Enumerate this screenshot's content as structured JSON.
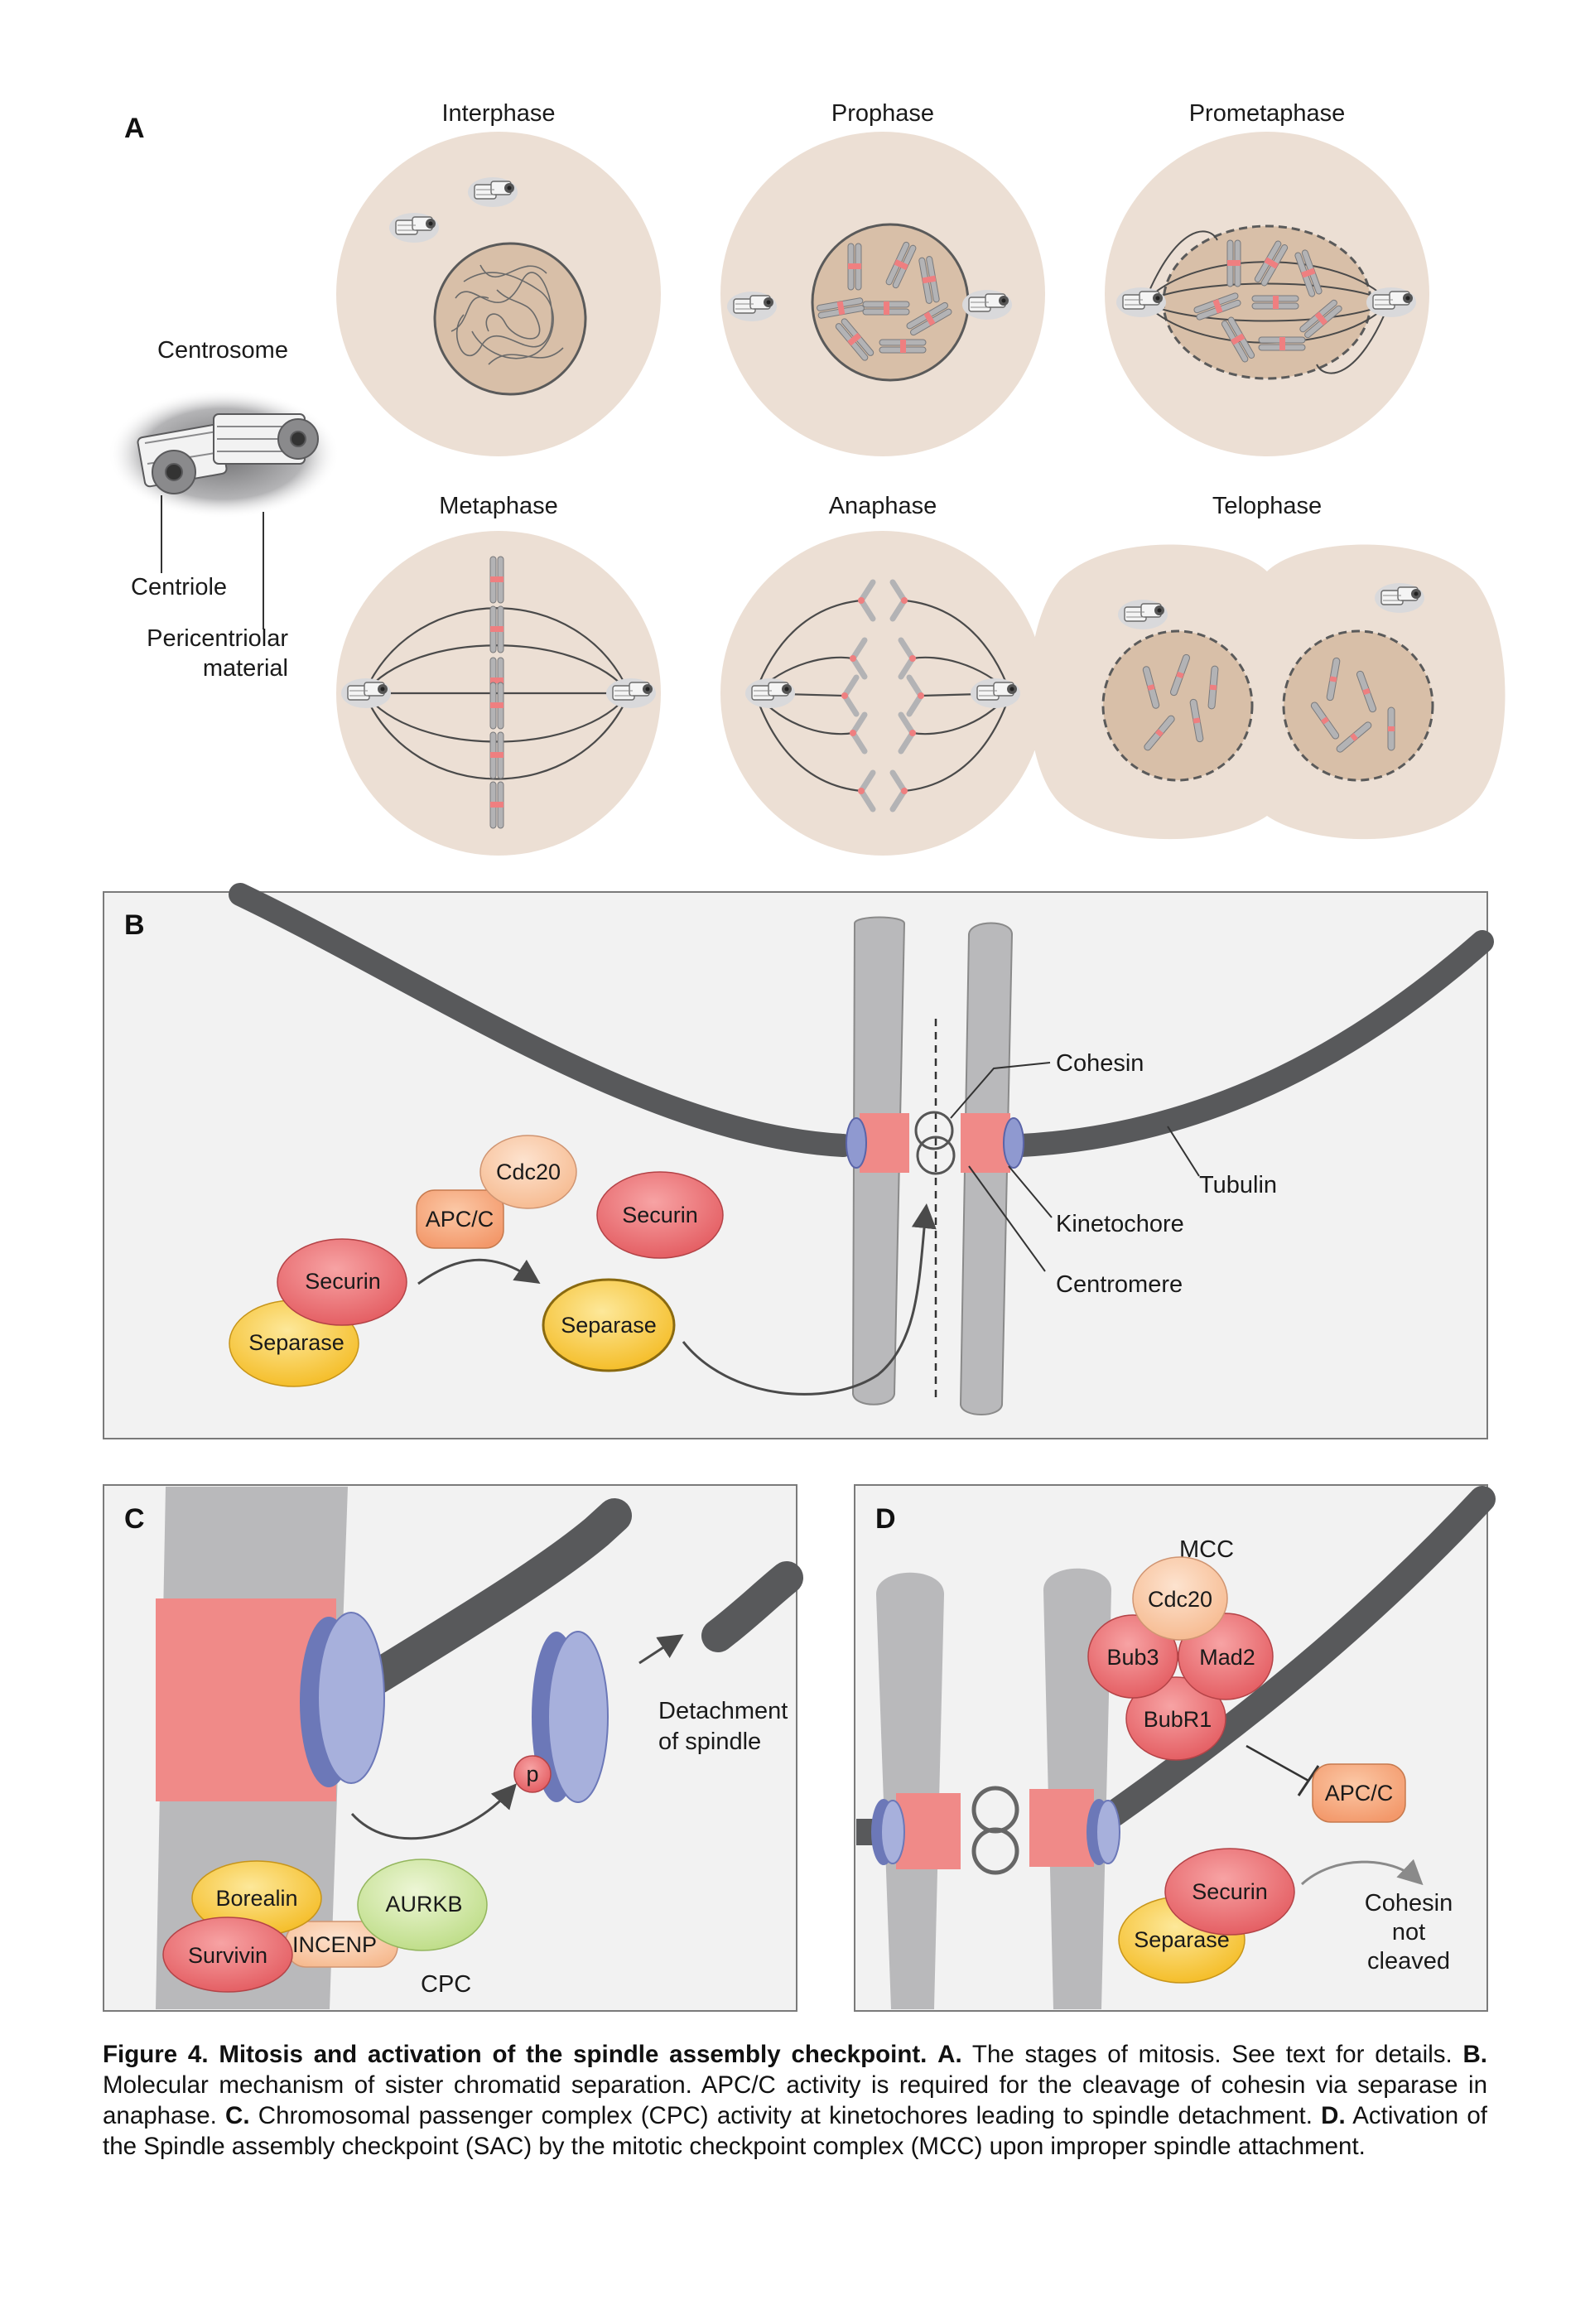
{
  "panels": {
    "A": {
      "label": "A",
      "stages": [
        "Interphase",
        "Prophase",
        "Prometaphase",
        "Metaphase",
        "Anaphase",
        "Telophase"
      ],
      "centrosome": {
        "title": "Centrosome",
        "centriole": "Centriole",
        "pcm_line1": "Pericentriolar",
        "pcm_line2": "material"
      }
    },
    "B": {
      "label": "B",
      "cohesin": "Cohesin",
      "tubulin": "Tubulin",
      "kinetochore": "Kinetochore",
      "centromere": "Centromere",
      "cdc20": "Cdc20",
      "apcc": "APC/C",
      "securin_free": "Securin",
      "securin": "Securin",
      "separase": "Separase",
      "separase_active": "Separase"
    },
    "C": {
      "label": "C",
      "p": "p",
      "detach_line1": "Detachment",
      "detach_line2": "of spindle",
      "borealin": "Borealin",
      "aurkb": "AURKB",
      "survivin": "Survivin",
      "incenp": "INCENP",
      "cpc": "CPC"
    },
    "D": {
      "label": "D",
      "mcc": "MCC",
      "cdc20": "Cdc20",
      "bub3": "Bub3",
      "mad2": "Mad2",
      "bubr1": "BubR1",
      "apcc": "APC/C",
      "securin": "Securin",
      "separase": "Separase",
      "cohesin_line1": "Cohesin",
      "cohesin_line2": "not",
      "cohesin_line3": "cleaved"
    }
  },
  "caption": {
    "title": "Figure 4. Mitosis and activation of the spindle assembly checkpoint.",
    "a_label": "A.",
    "a_text": " The stages of mitosis. See text for details. ",
    "b_label": "B.",
    "b_text": " Molecular mechanism of sister chromatid separation. APC/C activity is required for the cleavage of cohesin via separase in anaphase. ",
    "c_label": "C.",
    "c_text": " Chromosomal passenger complex (CPC) activity at kinetochores leading to spindle detachment. ",
    "d_label": "D.",
    "d_text": " Activation of the Spindle assembly checkpoint (SAC) by the mitotic checkpoint complex (MCC) upon improper spindle attachment."
  },
  "colors": {
    "cell": "#ecdfd4",
    "nucleus": "#d8bfa8",
    "chromosome": "#b9b9bb",
    "centromere": "#f08a88",
    "tubulin": "#58595b",
    "kinetochore": "#8f99d0",
    "panel_bg": "#f2f2f2",
    "securin": "#ea6a6e",
    "separase": "#f6c736",
    "apcc": "#f6a77c",
    "cdc20": "#f9c8a4",
    "aurkb": "#cfe6a2"
  }
}
